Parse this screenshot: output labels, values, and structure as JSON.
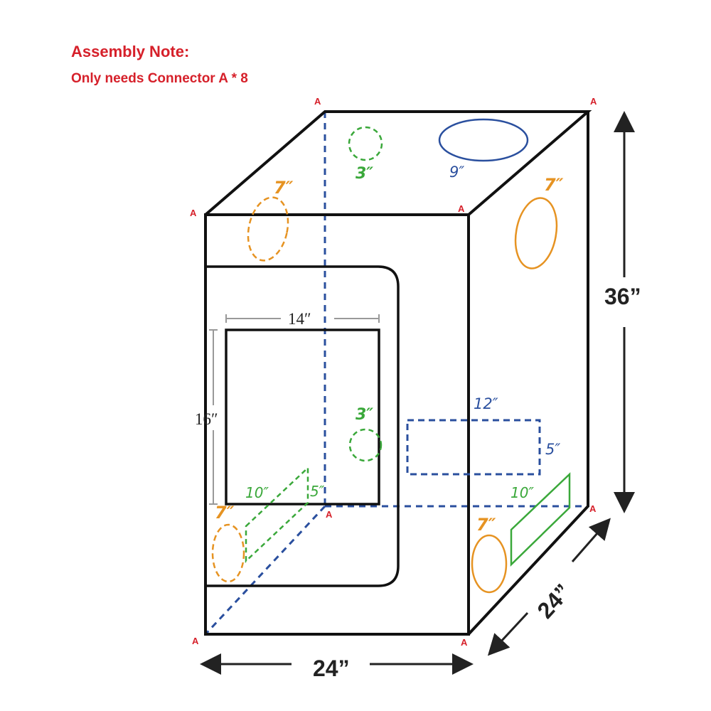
{
  "note": {
    "title": "Assembly Note:",
    "subtitle": "Only needs Connector A * 8"
  },
  "connector_label": "A",
  "dimensions": {
    "height": "36”",
    "width": "24”",
    "depth": "24”"
  },
  "window": {
    "width": "14″",
    "height": "16″"
  },
  "ports": {
    "top_small": "3″",
    "top_large": "9″",
    "front_top": "7″",
    "side_top": "7″",
    "back_middle": "3″",
    "vent_width": "12″",
    "vent_height": "5″",
    "side_vent": "10″",
    "bottom_vent_w": "10″",
    "bottom_vent_h": "5″",
    "front_bottom": "7″",
    "side_bottom": "7″"
  },
  "colors": {
    "note": "#d6202a",
    "outline": "#111111",
    "hidden_edge": "#2a4f9e",
    "port_7in": "#e69322",
    "port_3in": "#3aa83a",
    "port_9in": "#2a4f9e"
  }
}
